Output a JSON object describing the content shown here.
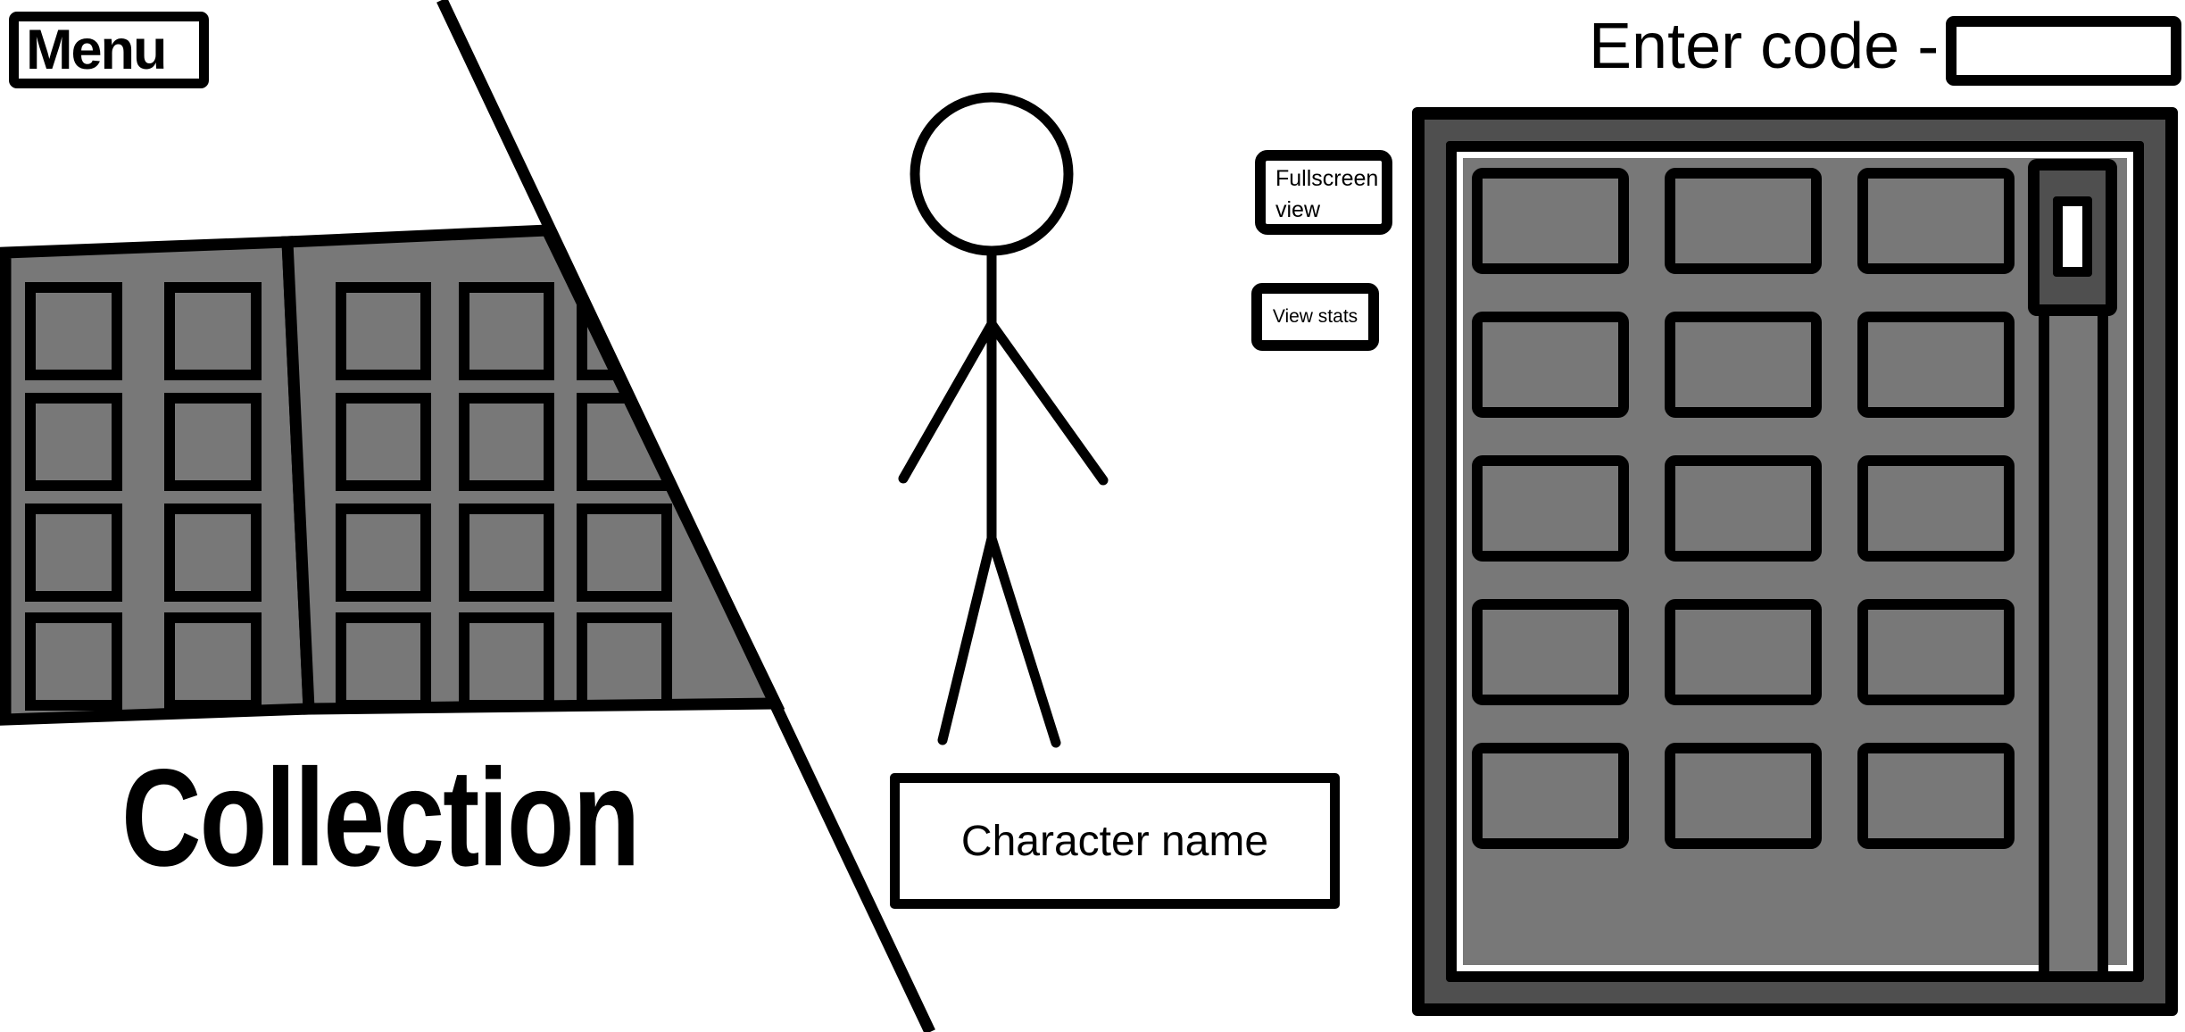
{
  "colors": {
    "page_background": "#ffffff",
    "surface_gray": "#787878",
    "frame_dark_gray": "#4f4f4f",
    "outline_black": "#000000",
    "indicator_white": "#ffffff"
  },
  "menu_button": {
    "label": "Menu"
  },
  "collection": {
    "title": "Collection",
    "left_sheet": {
      "rows": 4,
      "cols": 2,
      "slot_count": 8
    },
    "right_sheet": {
      "rows": 4,
      "cols": 3,
      "slot_count": 12,
      "note_visible": "right edge clipped by diagonal divider"
    }
  },
  "character_section": {
    "figure_icon": "stick-figure",
    "name_box": {
      "text": "Character name"
    },
    "fullscreen_button": {
      "label": "Fullscreen view"
    },
    "view_stats_button": {
      "label": "View stats"
    }
  },
  "code_entry": {
    "label": "Enter code -",
    "value": "",
    "placeholder": ""
  },
  "inventory_panel": {
    "rows": 5,
    "cols": 3,
    "tile_count": 15,
    "scrollbar": {
      "thumb_position": "top"
    }
  }
}
